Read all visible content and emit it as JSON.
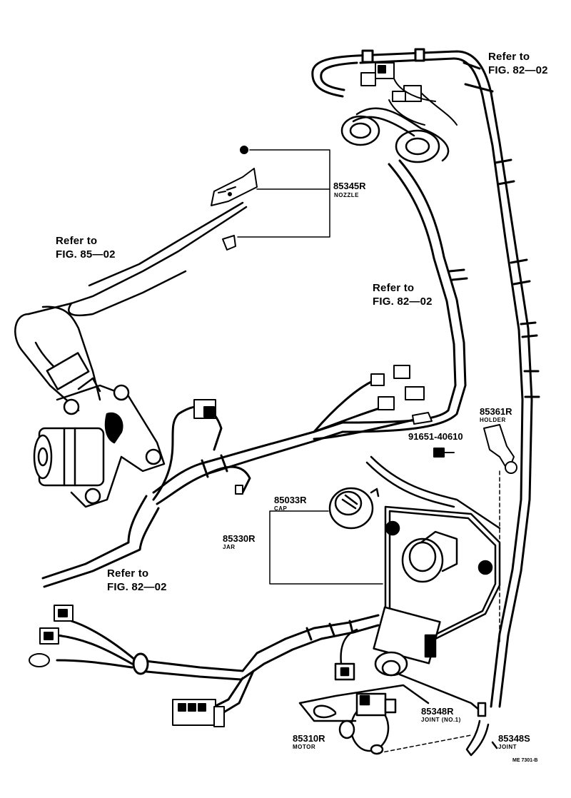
{
  "labels": {
    "refer_top_right_1": "Refer to",
    "refer_top_right_2": "FIG. 82—02",
    "refer_left_1": "Refer to",
    "refer_left_2": "FIG. 85—02",
    "refer_mid_1": "Refer to",
    "refer_mid_2": "FIG. 82—02",
    "refer_bottom_1": "Refer to",
    "refer_bottom_2": "FIG. 82—02"
  },
  "parts": [
    {
      "number": "85345R",
      "name": "NOZZLE"
    },
    {
      "number": "85361R",
      "name": "HOLDER"
    },
    {
      "number": "91651-40610",
      "name": ""
    },
    {
      "number": "85033R",
      "name": "CAP"
    },
    {
      "number": "85330R",
      "name": "JAR"
    },
    {
      "number": "85348R",
      "name": "JOINT (NO.1)"
    },
    {
      "number": "85310R",
      "name": "MOTOR"
    },
    {
      "number": "85348S",
      "name": "JOINT"
    }
  ],
  "figure_code": "ME 7301-B"
}
